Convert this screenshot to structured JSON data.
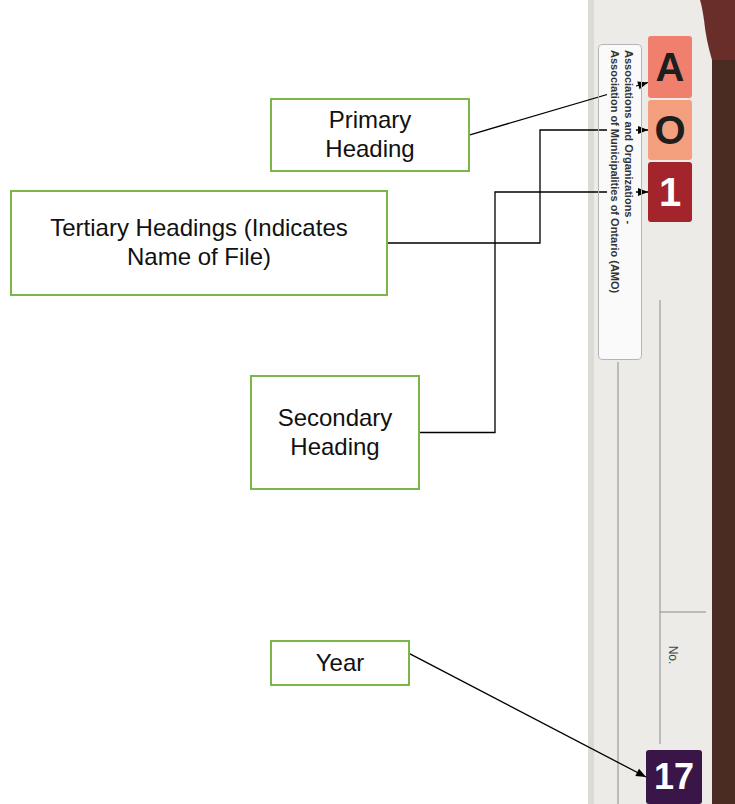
{
  "diagram": {
    "nodes": [
      {
        "text": [
          "Primary Heading"
        ]
      },
      {
        "text": [
          "Tertiary Headings (Indicates Name of File)"
        ]
      },
      {
        "text": [
          "Secondary Heading"
        ]
      },
      {
        "text": [
          "Year"
        ]
      },
      {
        "text": [
          "A"
        ]
      },
      {
        "text": [
          "O"
        ]
      },
      {
        "text": [
          "1"
        ]
      },
      {
        "text": [
          "Associations and Organizations -",
          "Association of Municipalities of Ontario (AMO)"
        ]
      },
      {
        "text": [
          "17"
        ]
      }
    ],
    "edges": [
      {
        "from": 0,
        "to": 4,
        "arrow": "to"
      },
      {
        "from": 1,
        "to": 5,
        "arrow": "to"
      },
      {
        "from": 2,
        "to": 6,
        "arrow": "to"
      },
      {
        "from": 3,
        "to": 8,
        "arrow": "to"
      }
    ],
    "labels": [
      "No."
    ]
  }
}
